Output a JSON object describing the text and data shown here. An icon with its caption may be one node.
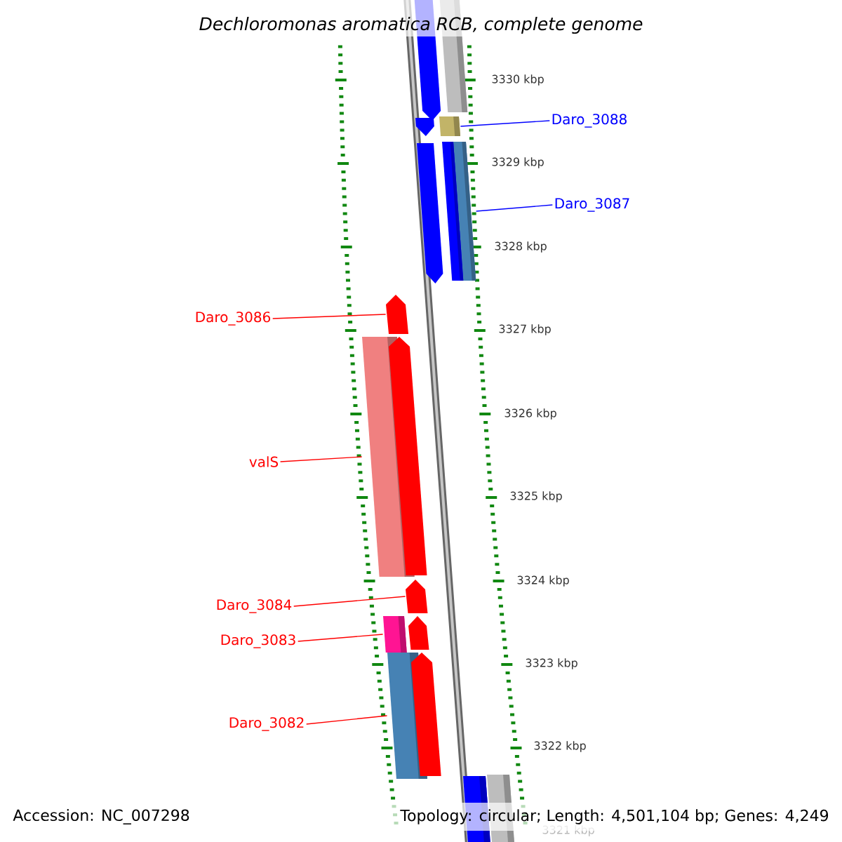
{
  "diagram": {
    "title": "Dechloromonas aromatica RCB, complete genome",
    "nodes": [
      {
        "text": [
          "Daro_3088"
        ]
      },
      {
        "text": [],
        "shape": "box"
      },
      {
        "text": [
          "Daro_3087"
        ]
      },
      {
        "text": [],
        "shape": "bar"
      },
      {
        "text": [
          "Daro_3086"
        ]
      },
      {
        "text": [],
        "shape": "arrow"
      },
      {
        "text": [
          "valS"
        ]
      },
      {
        "text": [],
        "shape": "bar"
      },
      {
        "text": [
          "Daro_3084"
        ]
      },
      {
        "text": [],
        "shape": "arrow"
      },
      {
        "text": [
          "Daro_3083"
        ]
      },
      {
        "text": [],
        "shape": "box"
      },
      {
        "text": [
          "Daro_3082"
        ]
      },
      {
        "text": [],
        "shape": "bar"
      },
      {
        "text": [],
        "shape": "arrow"
      },
      {
        "text": [],
        "shape": "bar"
      },
      {
        "text": [],
        "shape": "arrow"
      },
      {
        "text": [],
        "shape": "arrow"
      },
      {
        "text": [],
        "shape": "bar"
      },
      {
        "text": [],
        "shape": "arrow"
      },
      {
        "text": [],
        "shape": "arrow"
      },
      {
        "text": [],
        "shape": "arrow"
      },
      {
        "text": [],
        "shape": "bar"
      },
      {
        "text": [],
        "shape": "bar"
      }
    ],
    "edges": [
      {
        "from": 0,
        "to": 1,
        "arrow": "none",
        "color": "#0000ff"
      },
      {
        "from": 2,
        "to": 3,
        "arrow": "none",
        "color": "#0000ff"
      },
      {
        "from": 4,
        "to": 5,
        "arrow": "none"
      },
      {
        "from": 6,
        "to": 7,
        "arrow": "none"
      },
      {
        "from": 8,
        "to": 9,
        "arrow": "none"
      },
      {
        "from": 10,
        "to": 11,
        "arrow": "none"
      },
      {
        "from": 12,
        "to": 13,
        "arrow": "none"
      }
    ],
    "labels": [
      "3330 kbp",
      "3329 kbp",
      "3328 kbp",
      "3327 kbp",
      "3326 kbp",
      "3325 kbp",
      "3324 kbp",
      "3323 kbp",
      "3322 kbp",
      "3321 kbp",
      "Accession: NC_007298",
      "Topology: circular; Length: 4,501,104 bp; Genes: 4,249"
    ]
  }
}
